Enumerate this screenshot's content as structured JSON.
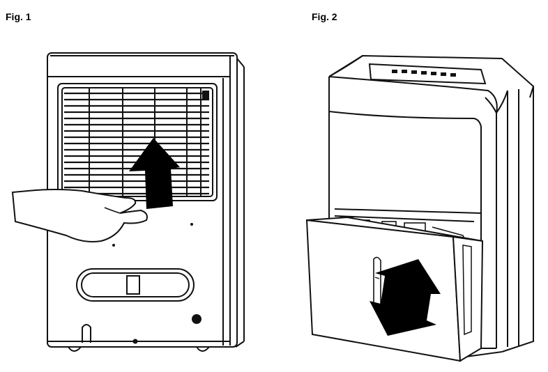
{
  "figures": [
    {
      "label": "Fig. 1",
      "icon": "dehumidifier-rear-filter-removal-illustration"
    },
    {
      "label": "Fig. 2",
      "icon": "dehumidifier-bucket-removal-illustration"
    }
  ],
  "colors": {
    "line": "#111111",
    "fill": "#ffffff",
    "arrow": "#000000"
  }
}
